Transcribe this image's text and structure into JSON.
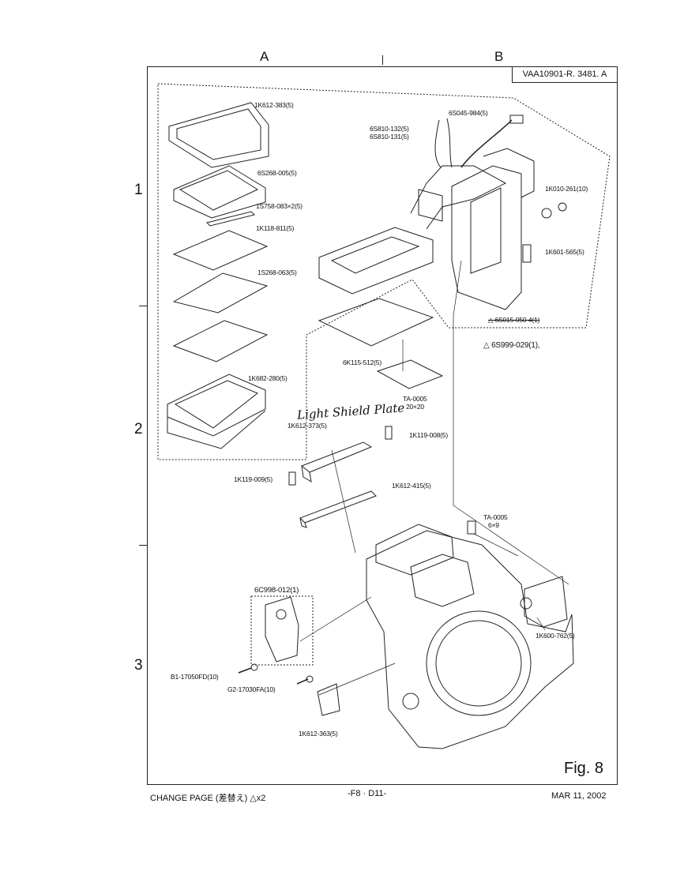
{
  "columns": [
    "A",
    "B"
  ],
  "rows": [
    "1",
    "2",
    "3"
  ],
  "doc_id": "VAA10901-R. 3481. A",
  "figure_label": "Fig. 8",
  "parts": {
    "p1": "1K612-383(5)",
    "p2": "6S268-005(5)",
    "p3": "1S758-083×2(5)",
    "p4": "1K118-811(5)",
    "p5": "1S268-063(5)",
    "p6": "1K682-280(5)",
    "p7": "6S045-984(5)",
    "p8": "6S810-132(5)",
    "p9": "6S810-131(5)",
    "p10": "1K010-261(10)",
    "p11": "1K601-565(5)",
    "p12": "△ 6S015-050-4(1)",
    "p13": "△ 6S999-029(1),",
    "p14": "6K115-512(5)",
    "p15": "TA-0005",
    "p16": "20×20",
    "p17": "1K612-373(5)",
    "p18": "1K119-008(5)",
    "p19": "1K119-009(5)",
    "p20": "1K612-415(5)",
    "p21": "TA-0005",
    "p22": "6×9",
    "p23": "6C998-012(1)",
    "p24": "1K600-762(5)",
    "p25": "B1-17050FD(10)",
    "p26": "G2-17030FA(10)",
    "p27": "1K612-363(5)"
  },
  "handwriting": {
    "light_shield": "Light Shield Plate"
  },
  "footer": {
    "change_page": "CHANGE PAGE (差替え) △x2",
    "page_number": "-F8 · D11-",
    "date": "MAR 11, 2002"
  }
}
